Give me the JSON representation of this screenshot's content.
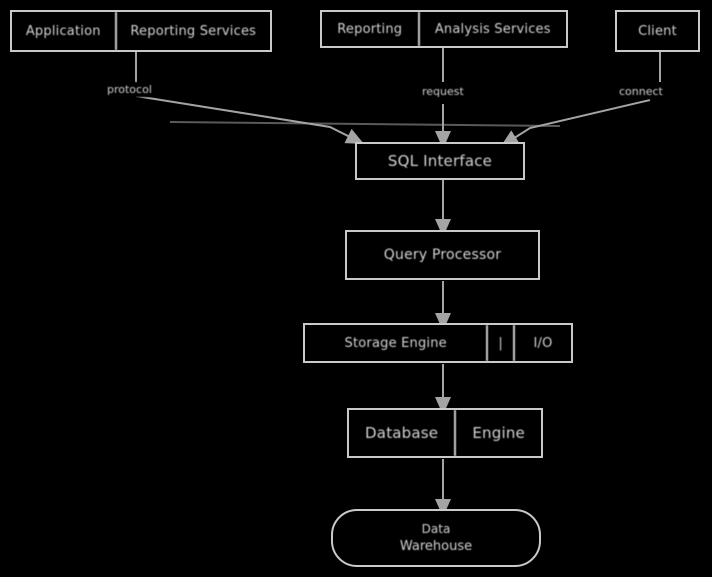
{
  "diagram": {
    "type": "architecture-flowchart",
    "background_color": "#000000",
    "line_color": "#c9c9c9",
    "text_color": "#d2d2d2",
    "nodes": [
      {
        "id": "top-left",
        "cells": [
          "Application",
          "Reporting Services"
        ]
      },
      {
        "id": "top-middle",
        "cells": [
          "Reporting",
          "Analysis Services"
        ]
      },
      {
        "id": "top-right",
        "cells": [
          "Client"
        ]
      },
      {
        "id": "central",
        "cells": [
          "SQL Interface"
        ]
      },
      {
        "id": "query-processor",
        "cells": [
          "Query Processor"
        ]
      },
      {
        "id": "storage-row",
        "cells": [
          "Storage Engine",
          "|",
          "I/O"
        ]
      },
      {
        "id": "database-engine",
        "cells": [
          "Database",
          "Engine"
        ]
      },
      {
        "id": "terminal",
        "line1": "Data",
        "line2": "Warehouse"
      }
    ],
    "edges": [
      {
        "id": "edge-left",
        "label": "protocol"
      },
      {
        "id": "edge-middle",
        "label": "request"
      },
      {
        "id": "edge-right",
        "label": "connect"
      },
      {
        "id": "edge-central-to-query",
        "label": ""
      },
      {
        "id": "edge-query-to-storage",
        "label": ""
      },
      {
        "id": "edge-storage-to-engine",
        "label": ""
      },
      {
        "id": "edge-engine-to-terminal",
        "label": ""
      }
    ]
  }
}
